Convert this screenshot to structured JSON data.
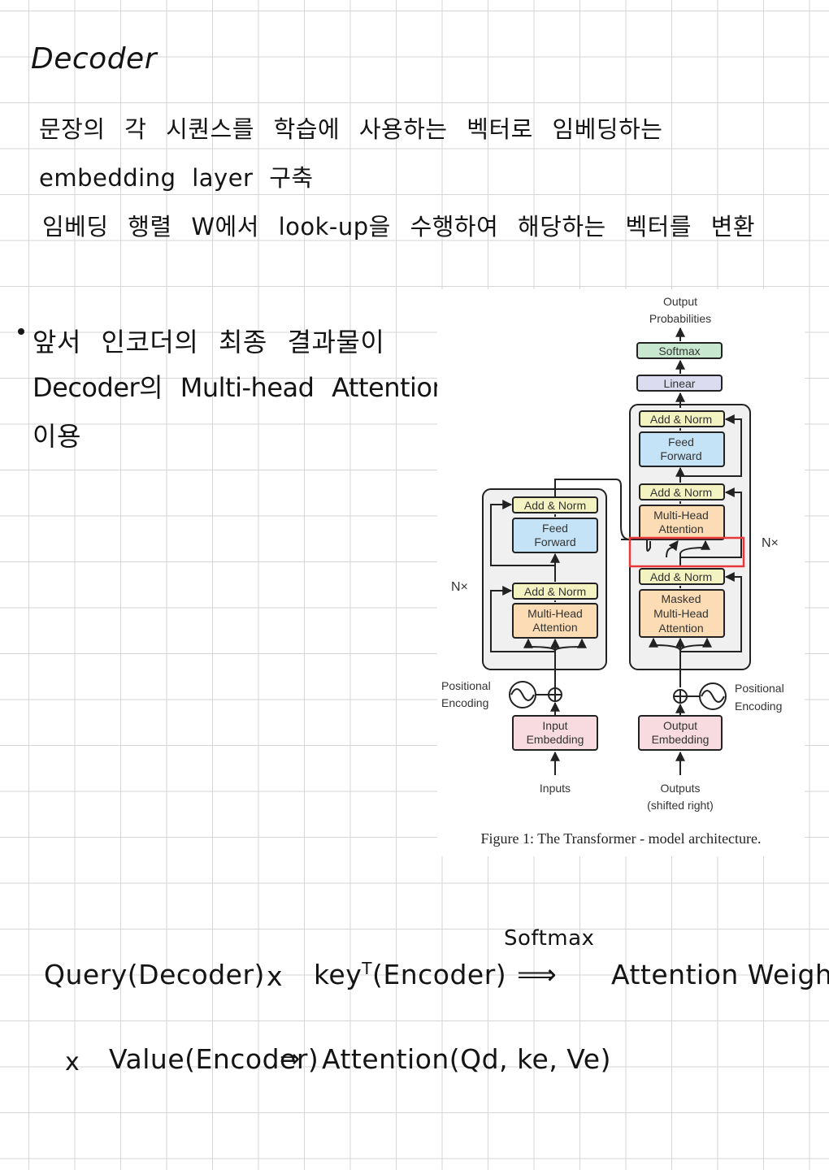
{
  "notes": {
    "title": "Decoder",
    "lines": [
      "문장의 각 시퀀스를 학습에 사용하는 벡터로 임베딩하는",
      "embedding layer 구축",
      "임베딩 행렬 W에서 look-up을 수행하여 해당하는 벡터를 변환"
    ],
    "bullet": [
      "앞서 인코더의 최종 결과물이",
      "Decoder의 Multi-head Attention에",
      "이용"
    ]
  },
  "figure": {
    "output_probabilities": [
      "Output",
      "Probabilities"
    ],
    "softmax": "Softmax",
    "linear": "Linear",
    "add_norm": "Add & Norm",
    "feed_forward": [
      "Feed",
      "Forward"
    ],
    "multi_head_attention": [
      "Multi-Head",
      "Attention"
    ],
    "masked_multi_head_attention": [
      "Masked",
      "Multi-Head",
      "Attention"
    ],
    "nx": "N×",
    "positional_encoding": [
      "Positional",
      "Encoding"
    ],
    "input_embedding": [
      "Input",
      "Embedding"
    ],
    "output_embedding": [
      "Output",
      "Embedding"
    ],
    "inputs": "Inputs",
    "outputs": [
      "Outputs",
      "(shifted right)"
    ],
    "caption": "Figure 1: The Transformer - model architecture.",
    "highlight_color": "#e8383c",
    "colors": {
      "softmax": "#c7e8cf",
      "linear": "#dcdcf0",
      "add_norm": "#f3f3c1",
      "feed_forward": "#c5e3f6",
      "attention": "#fbdcb4",
      "embedding": "#f8dbe0",
      "stack": "#f0f0f0"
    }
  },
  "formula": {
    "line1": {
      "query": "Query(Decoder)",
      "times": "x",
      "key": "key",
      "transpose": "T",
      "key_rest": "(Encoder)",
      "softmax": "Softmax",
      "arrow": "⟹",
      "result": "Attention Weights"
    },
    "line2": {
      "times": "x",
      "value": "Value(Encoder)",
      "arrow": "⇒",
      "result": "Attention(Qd, ke, Ve)"
    }
  }
}
